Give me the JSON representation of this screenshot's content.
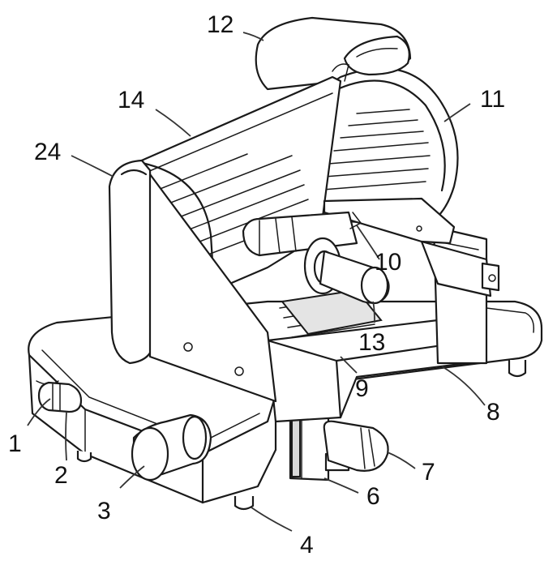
{
  "figure": {
    "callouts": [
      {
        "id": "c1",
        "label": "1"
      },
      {
        "id": "c2",
        "label": "2"
      },
      {
        "id": "c3",
        "label": "3"
      },
      {
        "id": "c4",
        "label": "4"
      },
      {
        "id": "c6",
        "label": "6"
      },
      {
        "id": "c7",
        "label": "7"
      },
      {
        "id": "c8",
        "label": "8"
      },
      {
        "id": "c9",
        "label": "9"
      },
      {
        "id": "c10",
        "label": "10"
      },
      {
        "id": "c11",
        "label": "11"
      },
      {
        "id": "c12",
        "label": "12"
      },
      {
        "id": "c13",
        "label": "13"
      },
      {
        "id": "c14",
        "label": "14"
      },
      {
        "id": "c24",
        "label": "24"
      }
    ]
  }
}
